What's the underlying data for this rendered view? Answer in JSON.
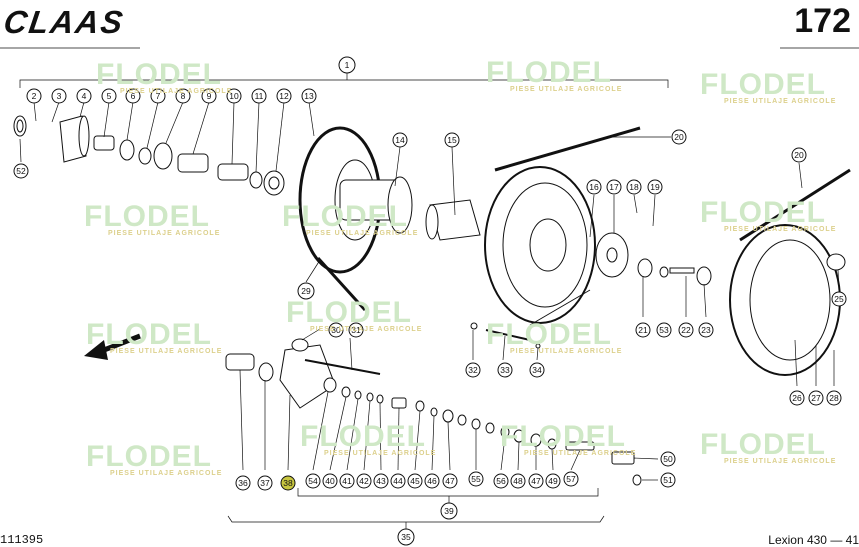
{
  "header": {
    "brand": "CLAAS",
    "page_number": "172"
  },
  "footer": {
    "doc_number": "111395",
    "model": "Lexion 430 — 41"
  },
  "watermark": {
    "text": "FLODEL",
    "tagline": "PIESE UTILAJE AGRICOLE",
    "color": "#cfe8c6"
  },
  "colors": {
    "highlight": "#c8c640",
    "line": "#111111"
  },
  "highlighted_callout": "38",
  "callouts": [
    "1",
    "2",
    "3",
    "4",
    "5",
    "6",
    "7",
    "8",
    "9",
    "10",
    "11",
    "12",
    "13",
    "14",
    "15",
    "16",
    "17",
    "18",
    "19",
    "20",
    "20",
    "21",
    "22",
    "23",
    "25",
    "26",
    "27",
    "28",
    "29",
    "30",
    "31",
    "32",
    "33",
    "34",
    "35",
    "36",
    "37",
    "38",
    "39",
    "40",
    "41",
    "42",
    "43",
    "44",
    "45",
    "46",
    "47",
    "47",
    "48",
    "49",
    "50",
    "51",
    "52",
    "53",
    "54",
    "55",
    "56",
    "57"
  ]
}
